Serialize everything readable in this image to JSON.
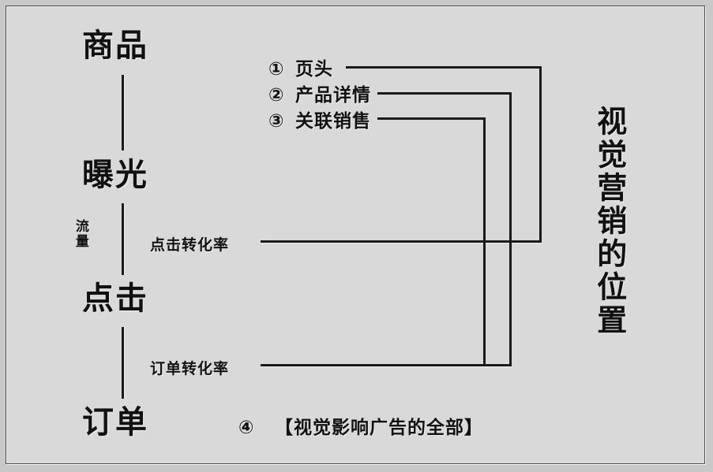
{
  "diagram": {
    "title_vertical": "视觉营销的位置",
    "funnel": {
      "stages": [
        {
          "label": "商品"
        },
        {
          "label": "曝光"
        },
        {
          "label": "点击"
        },
        {
          "label": "订单"
        }
      ],
      "side_label": "流量",
      "conversion_labels": [
        {
          "label": "点击转化率"
        },
        {
          "label": "订单转化率"
        }
      ]
    },
    "touchpoints": [
      {
        "num": "①",
        "label": "页头"
      },
      {
        "num": "②",
        "label": "产品详情"
      },
      {
        "num": "③",
        "label": "关联销售"
      }
    ],
    "footnote": {
      "num": "④",
      "label": "【视觉影响广告的全部】"
    }
  },
  "colors": {
    "background": "#d9d9d9",
    "page_edge": "#c9c9c9",
    "line": "#1a1a1a",
    "text": "#111111",
    "frame_border": "#4a4a4a"
  }
}
